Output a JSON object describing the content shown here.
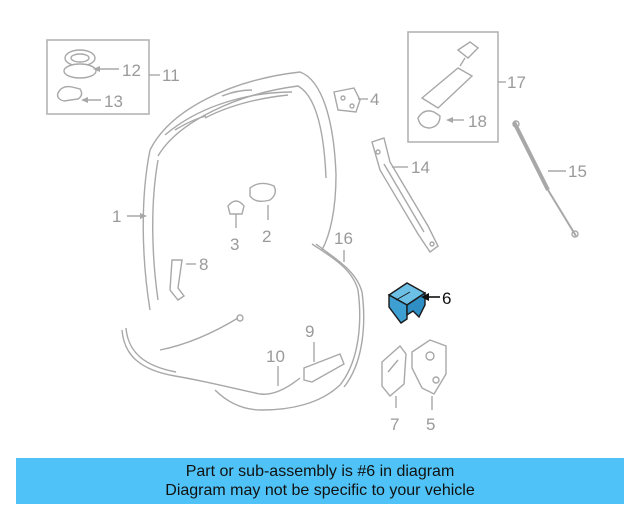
{
  "callouts": {
    "c1": "1",
    "c2": "2",
    "c3": "3",
    "c4": "4",
    "c5": "5",
    "c6": "6",
    "c7": "7",
    "c8": "8",
    "c9": "9",
    "c10": "10",
    "c11": "11",
    "c12": "12",
    "c13": "13",
    "c14": "14",
    "c15": "15",
    "c16": "16",
    "c17": "17",
    "c18": "18"
  },
  "highlight_color": "#3e9fd2",
  "banner": {
    "line1": "Part or sub-assembly is #6 in diagram",
    "line2": "Diagram may not be specific to your vehicle",
    "color": "#4fc3f7"
  }
}
